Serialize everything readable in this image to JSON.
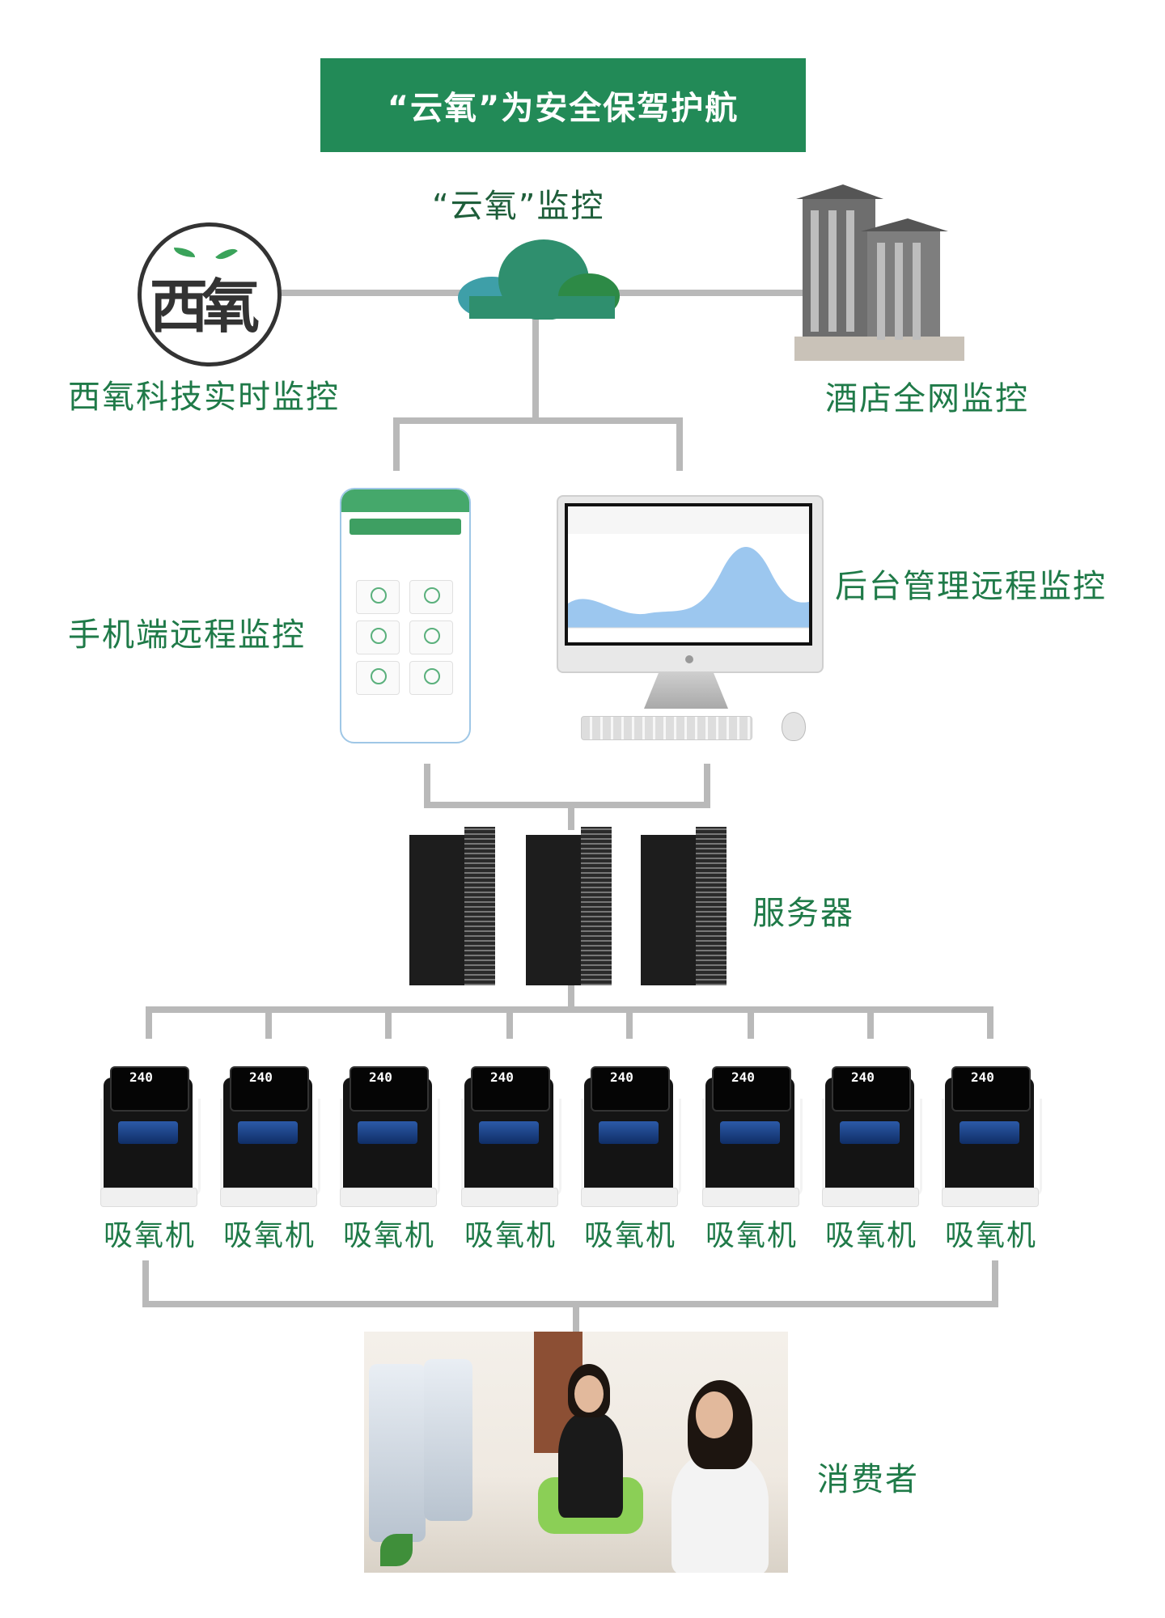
{
  "banner": {
    "title": "“云氧”为安全保驾护航"
  },
  "nodes": {
    "cloud_label": "“云氧”监控",
    "xiyang_label": "西氧科技实时监控",
    "logo_text": "西氧",
    "hotel_label": "酒店全网监控",
    "mobile_label": "手机端远程监控",
    "backend_label": "后台管理远程监控",
    "server_label": "服务器",
    "consumer_label": "消费者"
  },
  "devices": {
    "label": "吸氧机",
    "display_value": "240",
    "count": 8
  },
  "device_labels": [
    "吸氧机",
    "吸氧机",
    "吸氧机",
    "吸氧机",
    "吸氧机",
    "吸氧机",
    "吸氧机",
    "吸氧机"
  ],
  "colors": {
    "brand_green": "#228a57",
    "label_green": "#1f7a48",
    "connector_gray": "#b9b9b9"
  }
}
